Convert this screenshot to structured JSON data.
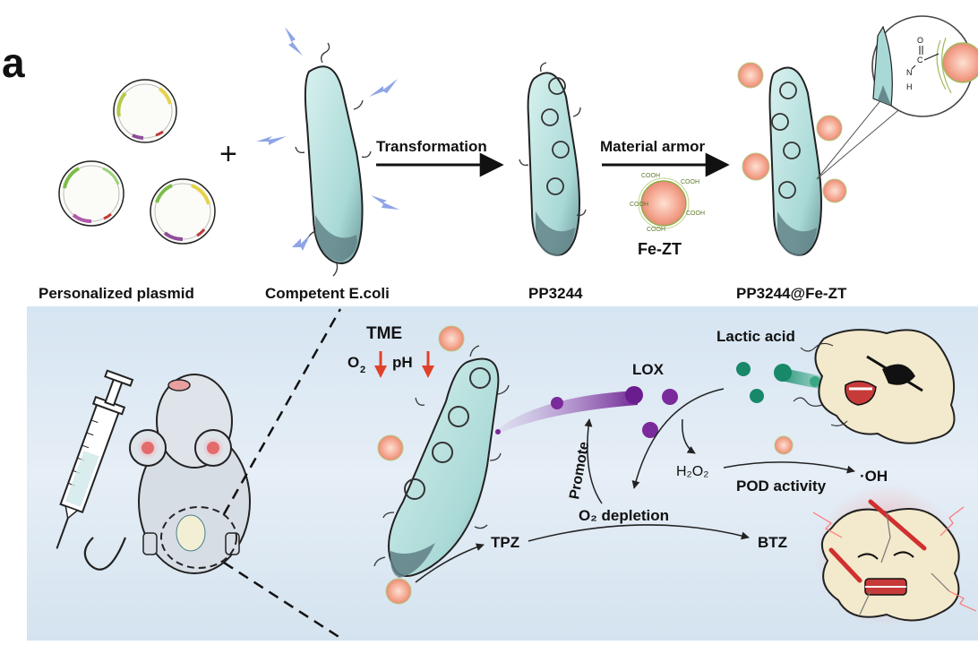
{
  "panel_letter": "a",
  "top": {
    "plus_sign": "+",
    "arrow1_label": "Transformation",
    "arrow2_label": "Material armor",
    "cooh": "COOH",
    "fezt_label": "Fe-ZT",
    "structure": {
      "o": "O",
      "c": "C",
      "n": "N",
      "h": "H"
    },
    "captions": {
      "plasmid": "Personalized plasmid",
      "ecoli": "Competent E.coli",
      "pp": "PP3244",
      "ppfe": "PP3244@Fe-ZT"
    }
  },
  "bottom": {
    "tme": "TME",
    "o2_label": "O",
    "o2_sub": "2",
    "ph_label": "pH",
    "lox": "LOX",
    "lactic_acid": "Lactic acid",
    "h2o2": "H₂O₂",
    "pod_activity": "POD activity",
    "oh": "·OH",
    "promote": "Promote",
    "o2_depletion": "O₂ depletion",
    "tpz": "TPZ",
    "btz": "BTZ"
  },
  "colors": {
    "background_panel": "#dde9f3",
    "bacterium_fill": "#c4e6e4",
    "bacterium_dark": "#5f7f85",
    "lox_purple": "#7a2a9a",
    "lactic_green": "#17886a",
    "arrow_red": "#e0412b",
    "nanoparticle": "#f2a48e",
    "cell_fill": "#f3e9cc"
  }
}
